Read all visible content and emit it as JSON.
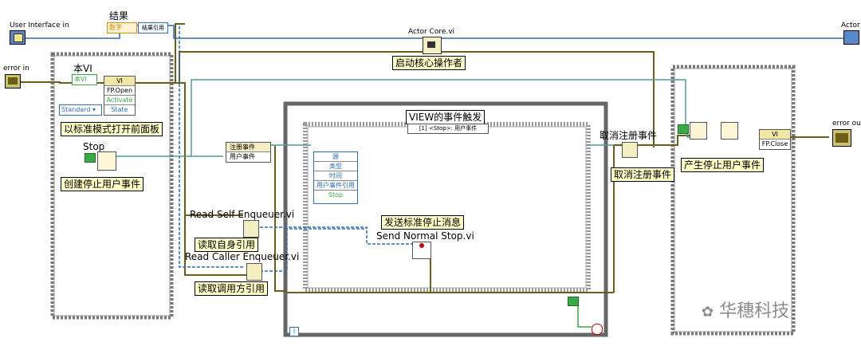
{
  "terminals": {
    "ui_in": "User Interface in",
    "ui_out": "Actor &",
    "error_in": "error in",
    "error_out": "error out",
    "result": "结果",
    "number_const": "数字",
    "result_ref": "结果引用"
  },
  "nodes": {
    "actor_core": "Actor Core.vi",
    "this_vi_label": "本VI",
    "this_vi_const": "本VI",
    "invoke_vi": "VI",
    "fp_open": "FP.Open",
    "activate": "Activate",
    "state": "State",
    "standard": "Standard",
    "stop_label": "Stop",
    "register_events": "注册事件",
    "user_event": "用户事件",
    "read_self_enqueuer": "Read Self Enqueuer.vi",
    "read_caller_enqueuer": "Read Caller Enqueuer.vi",
    "send_normal_stop": "Send Normal Stop.vi",
    "unregister_label": "取消注册事件",
    "fp_close": "FP.Close",
    "invoke_vi2": "VI"
  },
  "event_structure": {
    "title": "VIEW的事件触发",
    "case_label": "[1] <Stop>: 用户事件",
    "data_items": [
      "源",
      "类型",
      "时间",
      "用户事件引用",
      "Stop"
    ]
  },
  "comments": {
    "start_actor": "启动核心操作者",
    "open_fp_standard": "以标准模式打开前面板",
    "create_stop_event": "创建停止用户事件",
    "read_self_ref": "读取自身引用",
    "read_caller_ref": "读取调用方引用",
    "send_stop_msg": "发送标准停止消息",
    "unregister": "取消注册事件",
    "generate_stop_event": "产生停止用户事件"
  },
  "watermark": "华穗科技",
  "colors": {
    "wire_dark": "#6b5d1a",
    "wire_blue": "#2f6db5",
    "wire_teal": "#4f9b9b",
    "wire_green": "#3aa845",
    "frame_gray": "#555555",
    "note_bg": "#ffffc8"
  }
}
